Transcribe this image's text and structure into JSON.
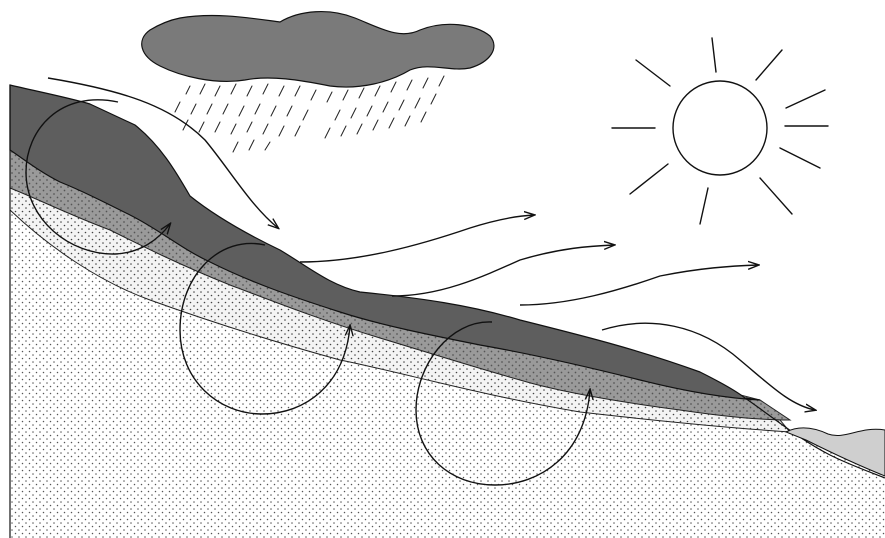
{
  "diagram": {
    "kind": "hillslope-water-cycle-illustration",
    "elements": [
      "rain-cloud",
      "rain-streaks",
      "sun",
      "surface-runoff-arrow",
      "evaporation-arrows",
      "soil-circulation-loops",
      "soil-layers",
      "water-body"
    ],
    "colors": {
      "cloud": "#7a7a7a",
      "topsoil": "#5e5e5e",
      "subsoil": "#9a9a9a",
      "light_layer": "#f2f2f2",
      "bedrock": "#ffffff",
      "water": "#cfcfcf",
      "stroke": "#111111"
    }
  }
}
